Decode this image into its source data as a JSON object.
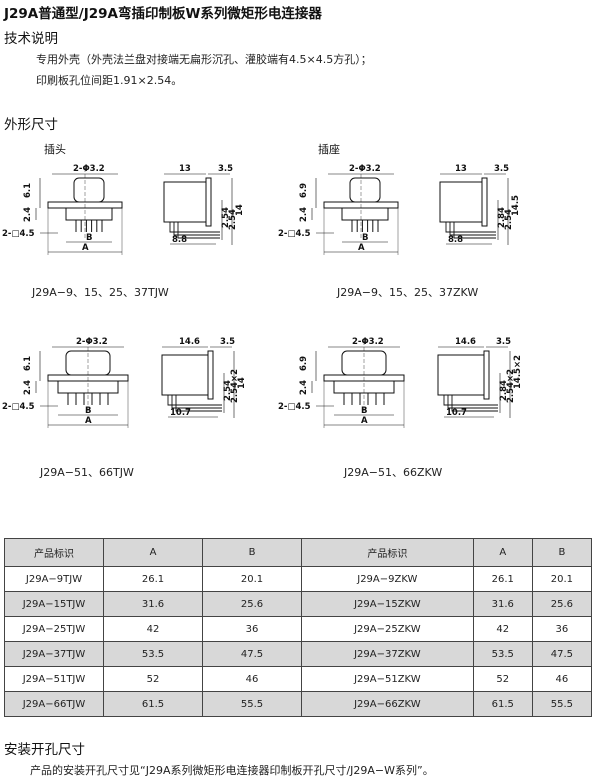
{
  "title": "J29A普通型/J29A弯插印制板W系列微矩形电连接器",
  "tech": {
    "heading": "技术说明",
    "line1": "专用外壳（外壳法兰盘对接端无扁形沉孔、灌胶端有4.5×4.5方孔）；",
    "line2": "印刷板孔位间距1.91×2.54。"
  },
  "outline": {
    "heading": "外形尺寸",
    "plug_label": "插头",
    "socket_label": "插座"
  },
  "figures": [
    {
      "caption": "J29A−9、15、25、37TJW",
      "dims": {
        "holes": "2-Φ3.2",
        "h1": "6.1",
        "h2": "2.4",
        "sq": "2-□4.5",
        "a": "A",
        "b": "B",
        "side_w": "13",
        "side_t": "3.5",
        "side_h": "14",
        "p1": "2.54",
        "p2": "2.54",
        "side_b": "8.8"
      }
    },
    {
      "caption": "J29A−9、15、25、37ZKW",
      "dims": {
        "holes": "2-Φ3.2",
        "h1": "6.9",
        "h2": "2.4",
        "sq": "2-□4.5",
        "a": "A",
        "b": "B",
        "side_w": "13",
        "side_t": "3.5",
        "side_h": "14.5",
        "p1": "2.84",
        "p2": "2.54",
        "side_b": "8.8"
      }
    },
    {
      "caption": "J29A−51、66TJW",
      "dims": {
        "holes": "2-Φ3.2",
        "h1": "6.1",
        "h2": "2.4",
        "sq": "2-□4.5",
        "a": "A",
        "b": "B",
        "side_w": "14.6",
        "side_t": "3.5",
        "side_h": "14",
        "p1": "2.54",
        "p2": "2.54×2",
        "side_b": "10.7"
      }
    },
    {
      "caption": "J29A−51、66ZKW",
      "dims": {
        "holes": "2-Φ3.2",
        "h1": "6.9",
        "h2": "2.4",
        "sq": "2-□4.5",
        "a": "A",
        "b": "B",
        "side_w": "14.6",
        "side_t": "3.5",
        "side_h": "14.5×2",
        "p1": "2.84",
        "p2": "2.54×2",
        "side_b": "10.7"
      }
    }
  ],
  "table": {
    "headers": [
      "产品标识",
      "A",
      "B",
      "产品标识",
      "A",
      "B"
    ],
    "rows": [
      [
        "J29A−9TJW",
        "26.1",
        "20.1",
        "J29A−9ZKW",
        "26.1",
        "20.1"
      ],
      [
        "J29A−15TJW",
        "31.6",
        "25.6",
        "J29A−15ZKW",
        "31.6",
        "25.6"
      ],
      [
        "J29A−25TJW",
        "42",
        "36",
        "J29A−25ZKW",
        "42",
        "36"
      ],
      [
        "J29A−37TJW",
        "53.5",
        "47.5",
        "J29A−37ZKW",
        "53.5",
        "47.5"
      ],
      [
        "J29A−51TJW",
        "52",
        "46",
        "J29A−51ZKW",
        "52",
        "46"
      ],
      [
        "J29A−66TJW",
        "61.5",
        "55.5",
        "J29A−66ZKW",
        "61.5",
        "55.5"
      ]
    ]
  },
  "install": {
    "heading": "安装开孔尺寸",
    "text": "产品的安装开孔尺寸见“J29A系列微矩形电连接器印制板开孔尺寸/J29A−W系列”。"
  }
}
